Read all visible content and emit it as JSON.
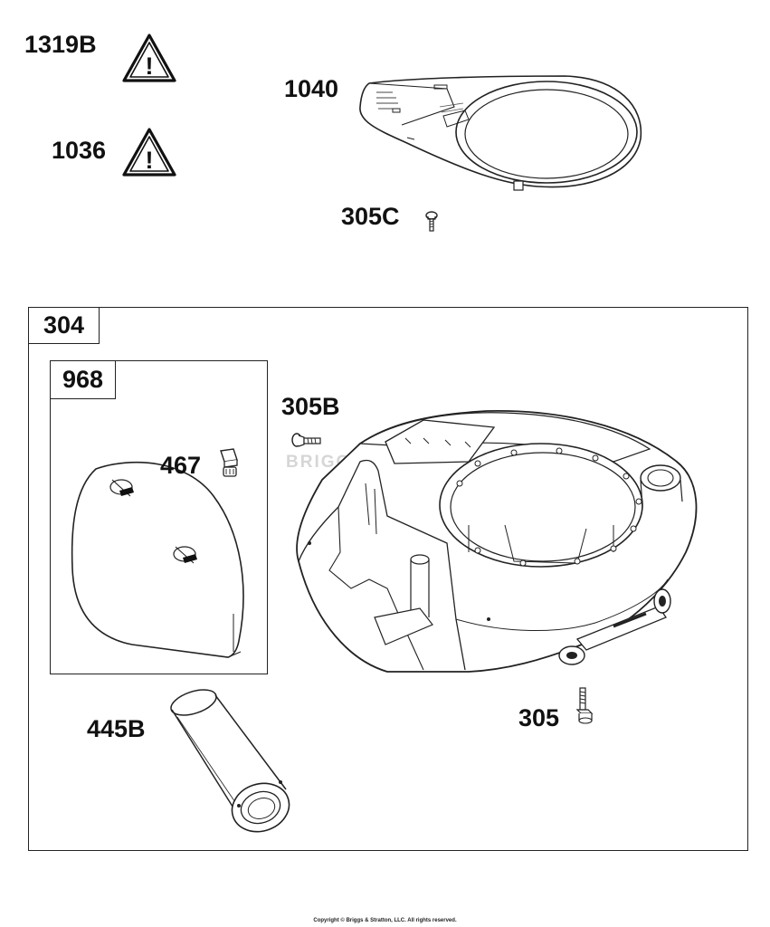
{
  "callouts": {
    "p1319B": "1319B",
    "p1036": "1036",
    "p1040": "1040",
    "p305C": "305C",
    "p304": "304",
    "p968": "968",
    "p305B": "305B",
    "p467": "467",
    "p445B": "445B",
    "p305": "305"
  },
  "warning_symbol": "!",
  "watermark": "BRIGGS&STRATTON",
  "footer": "Copyright © Briggs & Stratton, LLC. All rights reserved.",
  "icons": {
    "warning": "warning-triangle-icon"
  }
}
